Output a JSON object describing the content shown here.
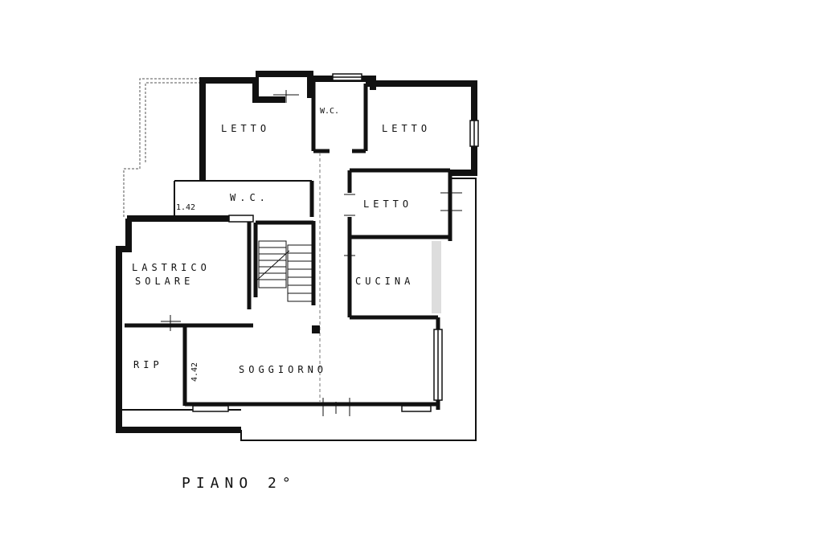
{
  "plan": {
    "title": "PIANO 2°",
    "rooms": {
      "letto_nw": "LETTO",
      "wc_top": "W.C.",
      "letto_ne": "LETTO",
      "wc_mid": "W.C.",
      "letto_e": "LETTO",
      "lastrico_1": "LASTRICO",
      "lastrico_2": "SOLARE",
      "cucina": "CUCINA",
      "rip": "RIP",
      "soggiorno": "SOGGIORNO"
    },
    "dimensions": {
      "h_small": "1.42",
      "h_soggiorno": "4.42"
    }
  },
  "colors": {
    "wall": "#111111",
    "paper": "#ffffff"
  }
}
